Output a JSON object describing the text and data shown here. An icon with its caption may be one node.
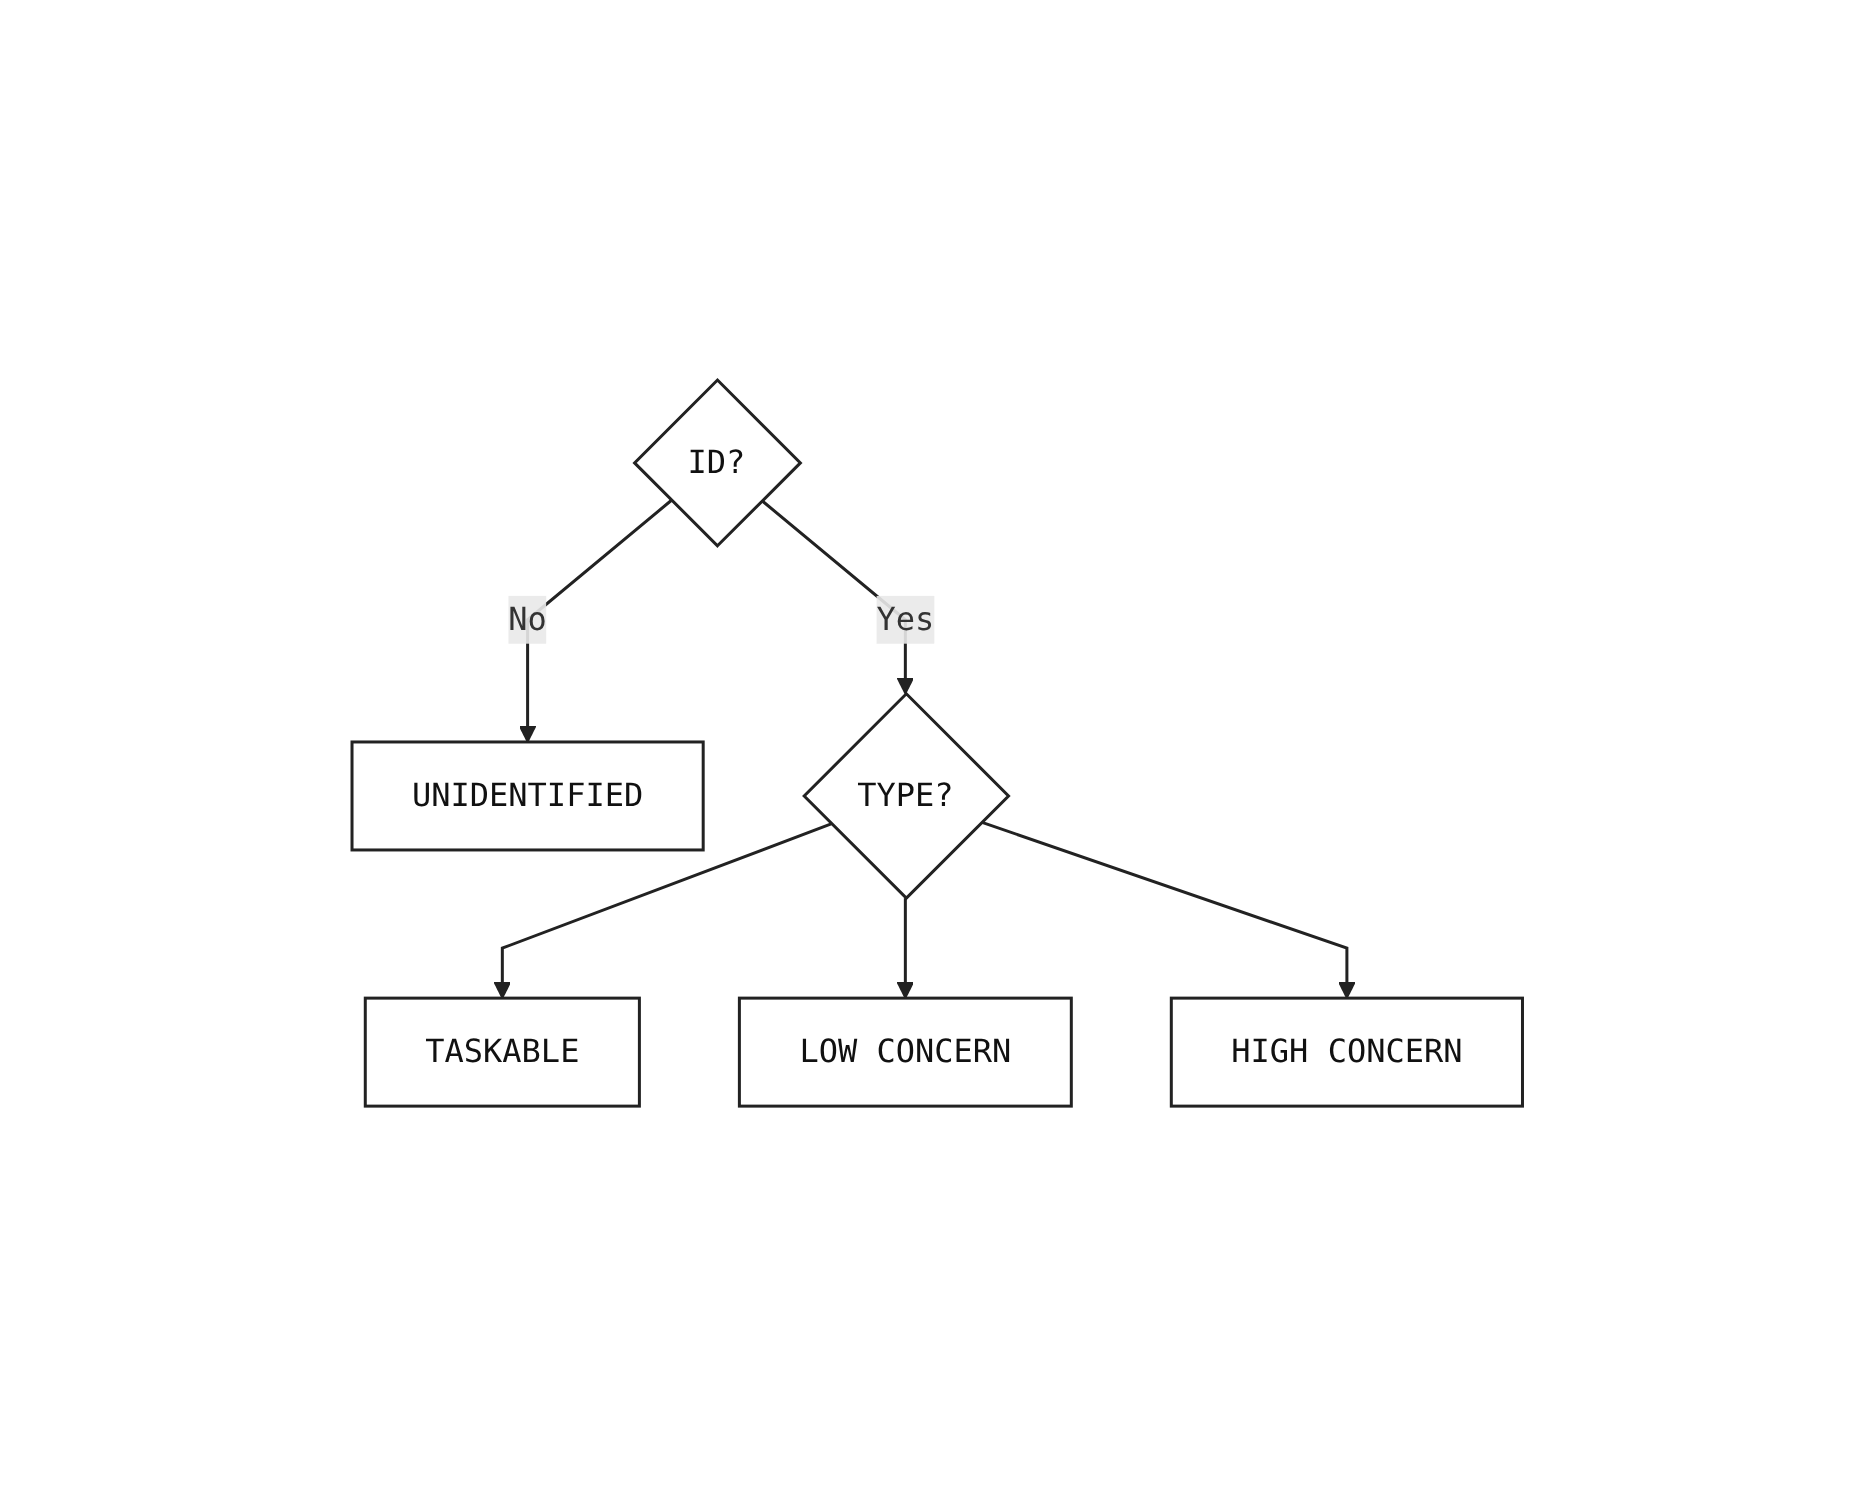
{
  "diagram": {
    "nodes": [
      {
        "text": [
          "ID?"
        ]
      },
      {
        "text": [
          "UNIDENTIFIED"
        ]
      },
      {
        "text": [
          "TYPE?"
        ]
      },
      {
        "text": [
          "TASKABLE"
        ]
      },
      {
        "text": [
          "LOW CONCERN"
        ]
      },
      {
        "text": [
          "HIGH CONCERN"
        ]
      }
    ],
    "edges": [
      {
        "from": 0,
        "to": 1,
        "arrow": "to",
        "label": "No"
      },
      {
        "from": 0,
        "to": 2,
        "arrow": "to",
        "label": "Yes"
      },
      {
        "from": 2,
        "to": 3,
        "arrow": "to"
      },
      {
        "from": 2,
        "to": 4,
        "arrow": "to"
      },
      {
        "from": 2,
        "to": 5,
        "arrow": "to"
      }
    ]
  }
}
